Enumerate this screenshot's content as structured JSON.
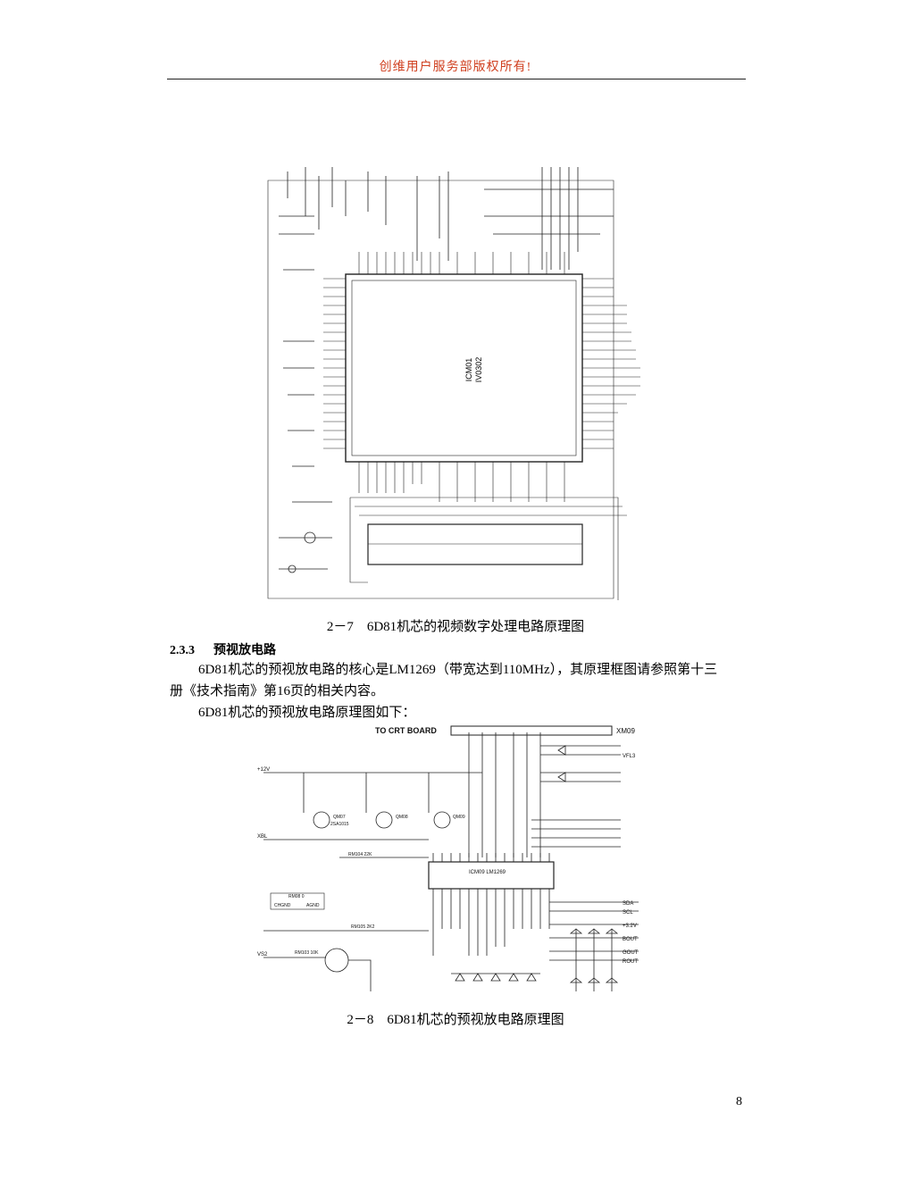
{
  "header": {
    "notice": "创维用户服务部版权所有!"
  },
  "figure1": {
    "chip_label_1": "ICM01",
    "chip_label_2": "IV0302",
    "caption": "2－7　6D81机芯的视频数字处理电路原理图"
  },
  "section": {
    "number": "2.3.3",
    "title": "预视放电路",
    "para1_line1": "6D81机芯的预视放电路的核心是LM1269（带宽达到110MHz），其原理框图请参照第十三",
    "para1_line2": "册《技术指南》第16页的相关内容。",
    "para2": "6D81机芯的预视放电路原理图如下："
  },
  "figure2": {
    "board_label": "TO CRT BOARD",
    "connector": "XM09",
    "chip": "ICM09 LM1269",
    "labels": {
      "v12": "+12V",
      "xbl": "XBL",
      "vs2": "VS2",
      "vfl3": "VFL3",
      "sda": "SDA",
      "scl": "SCL",
      "v32": "+3.2V",
      "bout": "BOUT",
      "gout": "GOUT",
      "rout": "ROUT",
      "chgnd": "CHGND",
      "agnd": "AGND",
      "rm104": "RM104 22K",
      "rm105": "RM105 2K2",
      "rm103": "RM103 10K",
      "rm08": "RM08 0",
      "qm07": "QM07",
      "qm08": "QM08",
      "qm09": "QM09",
      "q2sa": "2SA1015"
    },
    "caption": "2－8　6D81机芯的预视放电路原理图"
  },
  "page_number": "8"
}
